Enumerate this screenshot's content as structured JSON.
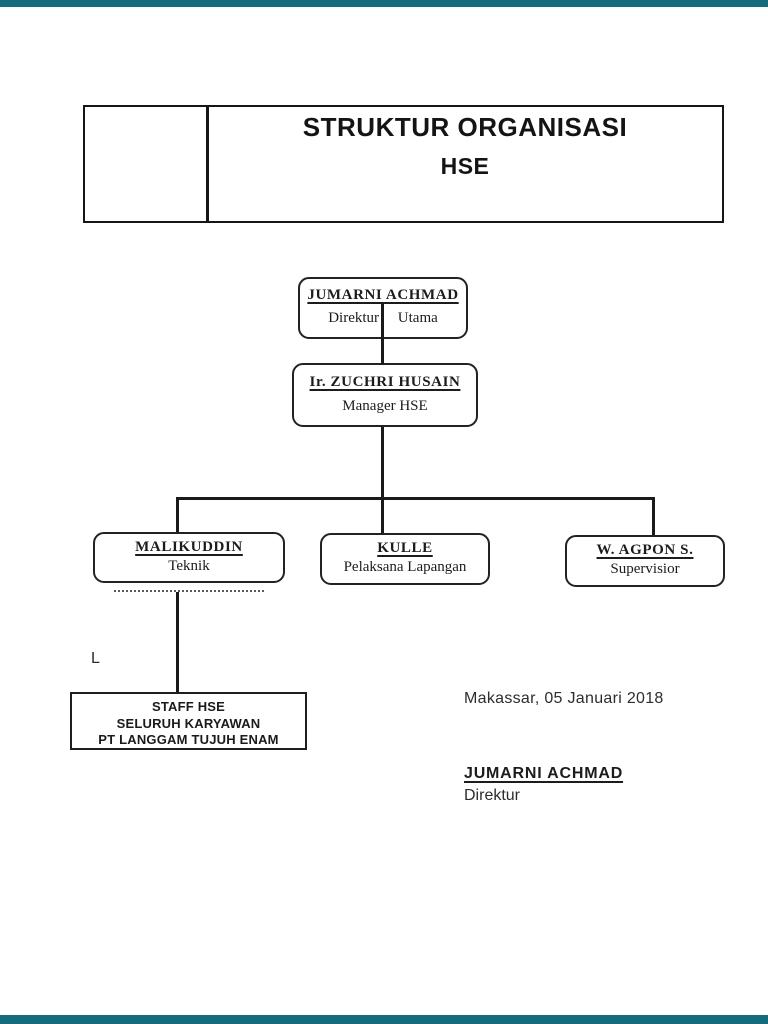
{
  "colors": {
    "accent_bar": "#136b7c",
    "line": "#1a1a1a",
    "text": "#1c1c1c",
    "background": "#ffffff"
  },
  "header": {
    "title": "STRUKTUR ORGANISASI",
    "subtitle": "HSE"
  },
  "org_chart": {
    "root": {
      "name": "JUMARNI ACHMAD",
      "role": "Direktur Utama"
    },
    "manager": {
      "name": "Ir. ZUCHRI HUSAIN",
      "role": "Manager HSE",
      "reports_to": "JUMARNI ACHMAD"
    },
    "subordinates": [
      {
        "name": "MALIKUDDIN",
        "role": "Teknik",
        "reports_to": "Ir. ZUCHRI HUSAIN"
      },
      {
        "name": "KULLE",
        "role": "Pelaksana Lapangan",
        "reports_to": "Ir. ZUCHRI HUSAIN"
      },
      {
        "name": "W. AGPON S.",
        "role": "Supervisior",
        "reports_to": "Ir. ZUCHRI HUSAIN"
      }
    ],
    "staff": {
      "line1": "STAFF HSE",
      "line2": "SELURUH KARYAWAN",
      "line3": "PT LANGGAM TUJUH ENAM",
      "reports_to": "MALIKUDDIN"
    },
    "stray_text": "L"
  },
  "signature": {
    "place_date": "Makassar, 05 Januari 2018",
    "name": "JUMARNI ACHMAD",
    "role": "Direktur"
  }
}
